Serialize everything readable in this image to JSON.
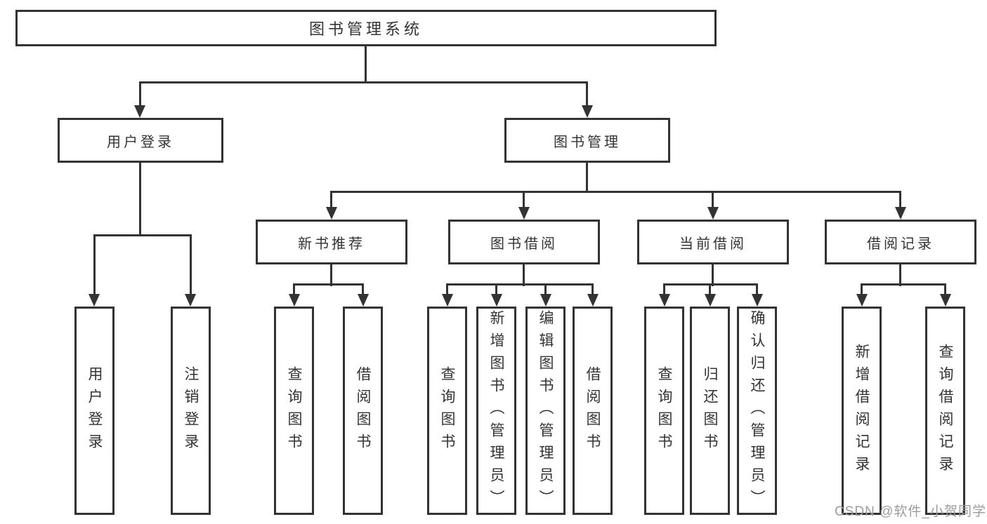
{
  "diagram": {
    "title_node": "图书管理系统",
    "colors": {
      "line": "#333333",
      "text": "#333333",
      "watermark": "#9b9b9b",
      "background": "#ffffff"
    },
    "nodes": {
      "root": {
        "label": "图书管理系统"
      },
      "login": {
        "label": "用户登录"
      },
      "manage": {
        "label": "图书管理"
      },
      "recommend": {
        "label": "新书推荐"
      },
      "borrow": {
        "label": "图书借阅"
      },
      "current": {
        "label": "当前借阅"
      },
      "record": {
        "label": "借阅记录"
      },
      "leaf_user_login": {
        "label": "用户登录"
      },
      "leaf_logout": {
        "label": "注销登录"
      },
      "leaf_query_book_rec": {
        "label": "查询图书"
      },
      "leaf_borrow_book_rec": {
        "label": "借阅图书"
      },
      "leaf_query_book_borrow": {
        "label": "查询图书"
      },
      "leaf_add_book_admin": {
        "label": "新增图书（管理员）"
      },
      "leaf_edit_book_admin": {
        "label": "编辑图书（管理员）"
      },
      "leaf_borrow_book_borrow": {
        "label": "借阅图书"
      },
      "leaf_query_book_current": {
        "label": "查询图书"
      },
      "leaf_return_book": {
        "label": "归还图书"
      },
      "leaf_confirm_return_admin": {
        "label": "确认归还（管理员）"
      },
      "leaf_add_borrow_record": {
        "label": "新增借阅记录"
      },
      "leaf_query_borrow_record": {
        "label": "查询借阅记录"
      }
    },
    "watermark": "CSDN @软件_小贺同学"
  }
}
